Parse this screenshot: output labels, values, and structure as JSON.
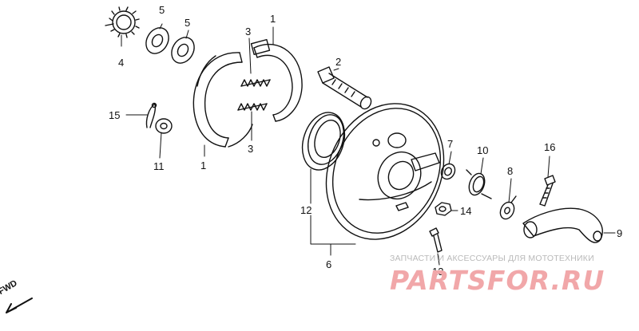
{
  "diagram": {
    "part_labels": [
      "1",
      "1",
      "2",
      "3",
      "3",
      "4",
      "5",
      "5",
      "6",
      "7",
      "8",
      "9",
      "10",
      "11",
      "12",
      "13",
      "14",
      "15",
      "16"
    ]
  },
  "direction_marker": {
    "text": "FWD"
  },
  "watermark": {
    "caption": "ЗАПЧАСТИ И АКСЕССУАРЫ ДЛЯ МОТОТЕХНИКИ",
    "brand": "PARTSFOR.RU"
  },
  "colors": {
    "line": "#111111",
    "watermark_brand": "#f1a7a9",
    "watermark_caption": "#b9b9b9"
  }
}
